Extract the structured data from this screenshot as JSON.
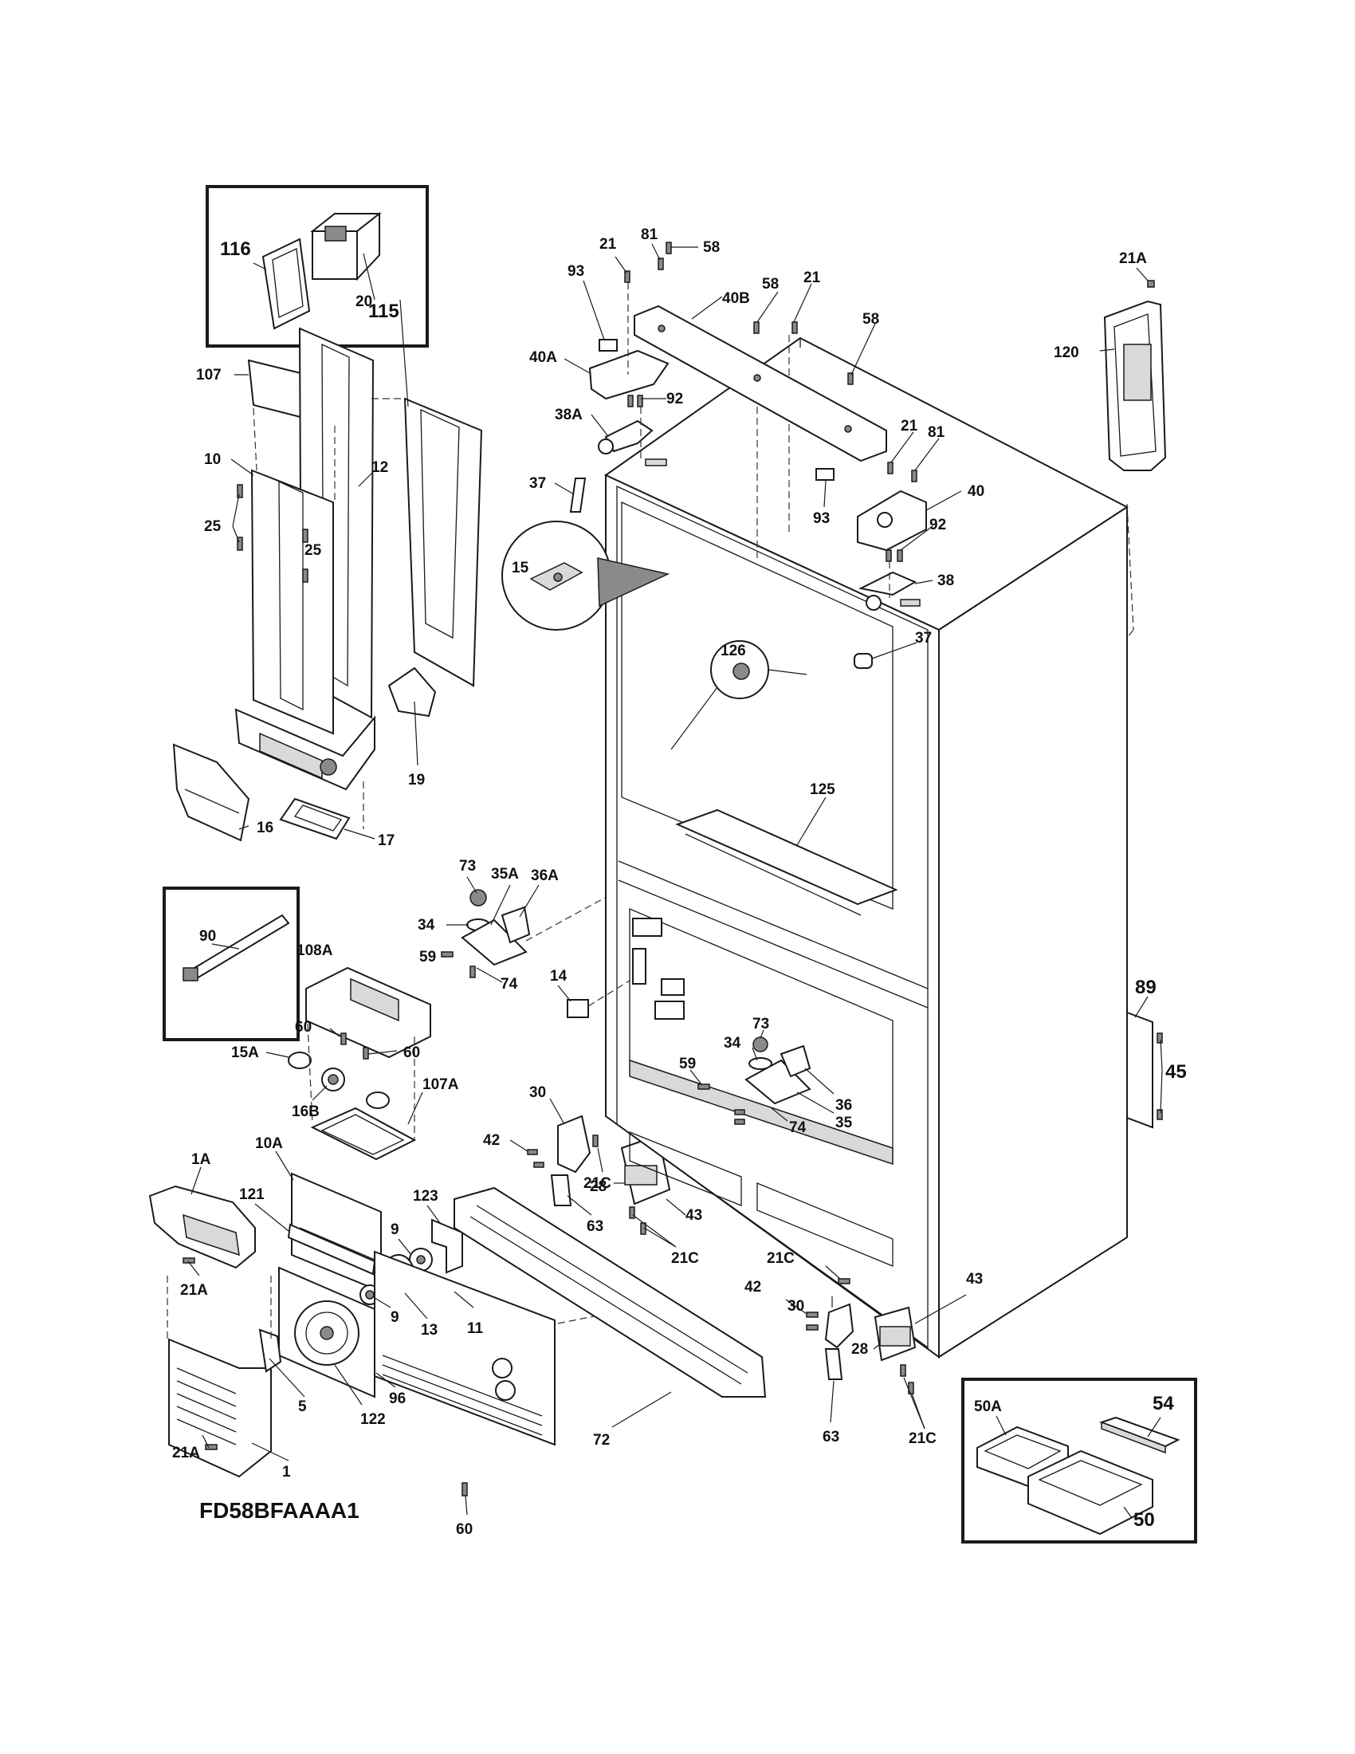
{
  "model": "FD58BFAAAA1",
  "labels": {
    "p116": "116",
    "p115": "115",
    "p107": "107",
    "p20": "20",
    "p10": "10",
    "p12": "12",
    "p25a": "25",
    "p25b": "25",
    "p19": "19",
    "p16": "16",
    "p17": "17",
    "p90": "90",
    "p73a": "73",
    "p35a": "35A",
    "p36a": "36A",
    "p34a": "34",
    "p59a": "59",
    "p74a": "74",
    "p108a": "108A",
    "p14": "14",
    "p60a": "60",
    "p15a": "15A",
    "p60b": "60",
    "p16b": "16B",
    "p107a": "107A",
    "p1a": "1A",
    "p10a": "10A",
    "p121": "121",
    "p123": "123",
    "p9a": "9",
    "p9b": "9",
    "p13": "13",
    "p11": "11",
    "p21a_1": "21A",
    "p5": "5",
    "p96": "96",
    "p122": "122",
    "p21a_2": "21A",
    "p1": "1",
    "p60c": "60",
    "p72": "72",
    "p30a": "30",
    "p42a": "42",
    "p21c_1": "21C",
    "p28a": "28",
    "p63a": "63",
    "p43a": "43",
    "p21c_2": "21C",
    "p21_1": "21",
    "p81_1": "81",
    "p58_1": "58",
    "p93_1": "93",
    "p40b": "40B",
    "p58_2": "58",
    "p21_2": "21",
    "p40a": "40A",
    "p92_1": "92",
    "p38a": "38A",
    "p37_1": "37",
    "p15": "15",
    "p58_3": "58",
    "p21_3": "21",
    "p81_2": "81",
    "p93_2": "93",
    "p40": "40",
    "p92_2": "92",
    "p38": "38",
    "p37_2": "37",
    "p126": "126",
    "p125": "125",
    "p21a_3": "21A",
    "p120": "120",
    "p89": "89",
    "p45": "45",
    "p73b": "73",
    "p34b": "34",
    "p59b": "59",
    "p36": "36",
    "p35": "35",
    "p74b": "74",
    "p21c_3": "21C",
    "p42b": "42",
    "p30b": "30",
    "p43b": "43",
    "p28b": "28",
    "p63b": "63",
    "p21c_4": "21C",
    "p50a": "50A",
    "p54": "54",
    "p50": "50"
  }
}
